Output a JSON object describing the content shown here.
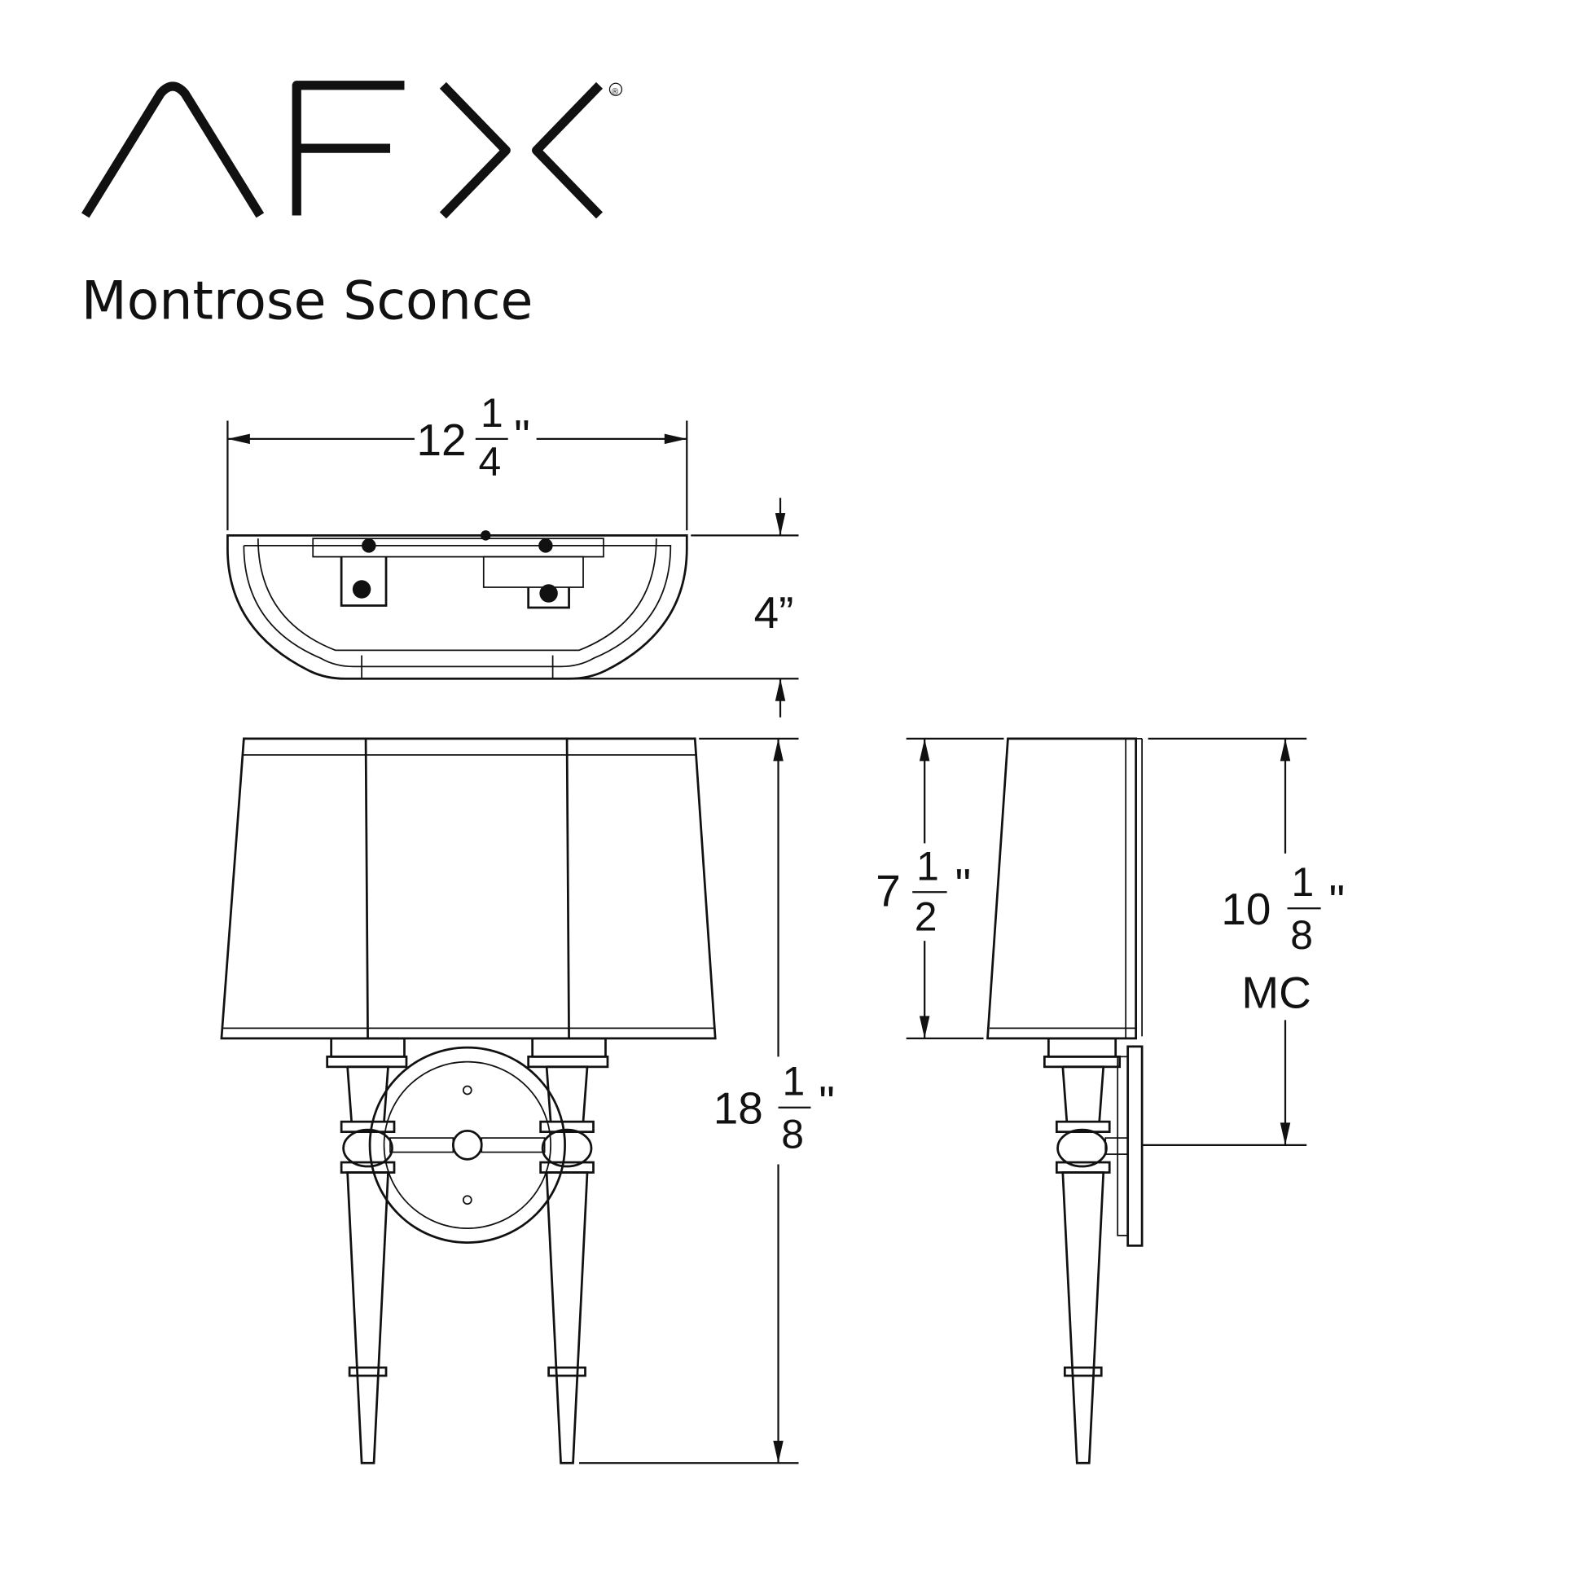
{
  "brand": {
    "logo_text": "AFX",
    "registered_mark": "®"
  },
  "title": "Montrose Sconce",
  "dimensions": {
    "width": {
      "whole": "12",
      "numerator": "1",
      "denominator": "4",
      "unit": "\""
    },
    "depth": {
      "label": "4”"
    },
    "height": {
      "whole": "18",
      "numerator": "1",
      "denominator": "8",
      "unit": "\""
    },
    "shade_height": {
      "whole": "7",
      "numerator": "1",
      "denominator": "2",
      "unit": "\""
    },
    "mounting_center": {
      "whole": "10",
      "numerator": "1",
      "denominator": "8",
      "unit": "\"",
      "label": "MC"
    }
  }
}
